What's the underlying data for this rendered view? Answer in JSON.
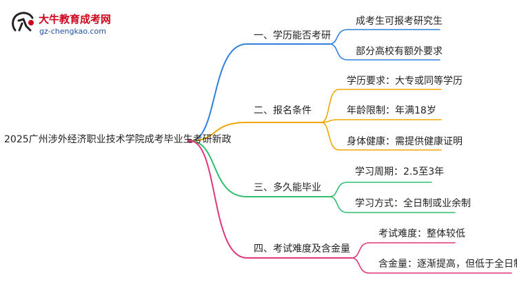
{
  "logo": {
    "name": "大牛教育成考网",
    "url": "gz-chengkao.com"
  },
  "root": "2025广州涉外经济职业技术学院成考毕业生考研新政",
  "branches": [
    {
      "label": "一、学历能否考研",
      "color": "#2f7fe0",
      "children": [
        "成考生可报考研究生",
        "部分高校有额外要求"
      ]
    },
    {
      "label": "二、报名条件",
      "color": "#f0a500",
      "children": [
        "学历要求：大专或同等学历",
        "年龄限制：年满18岁",
        "身体健康：需提供健康证明"
      ]
    },
    {
      "label": "三、多久能毕业",
      "color": "#2ebd6e",
      "children": [
        "学习周期：2.5至3年",
        "学习方式：全日制或业余制"
      ]
    },
    {
      "label": "四、考试难度及含金量",
      "color": "#e0357a",
      "children": [
        "考试难度：整体较低",
        "含金量：逐渐提高，但低于全日制本科"
      ]
    }
  ]
}
